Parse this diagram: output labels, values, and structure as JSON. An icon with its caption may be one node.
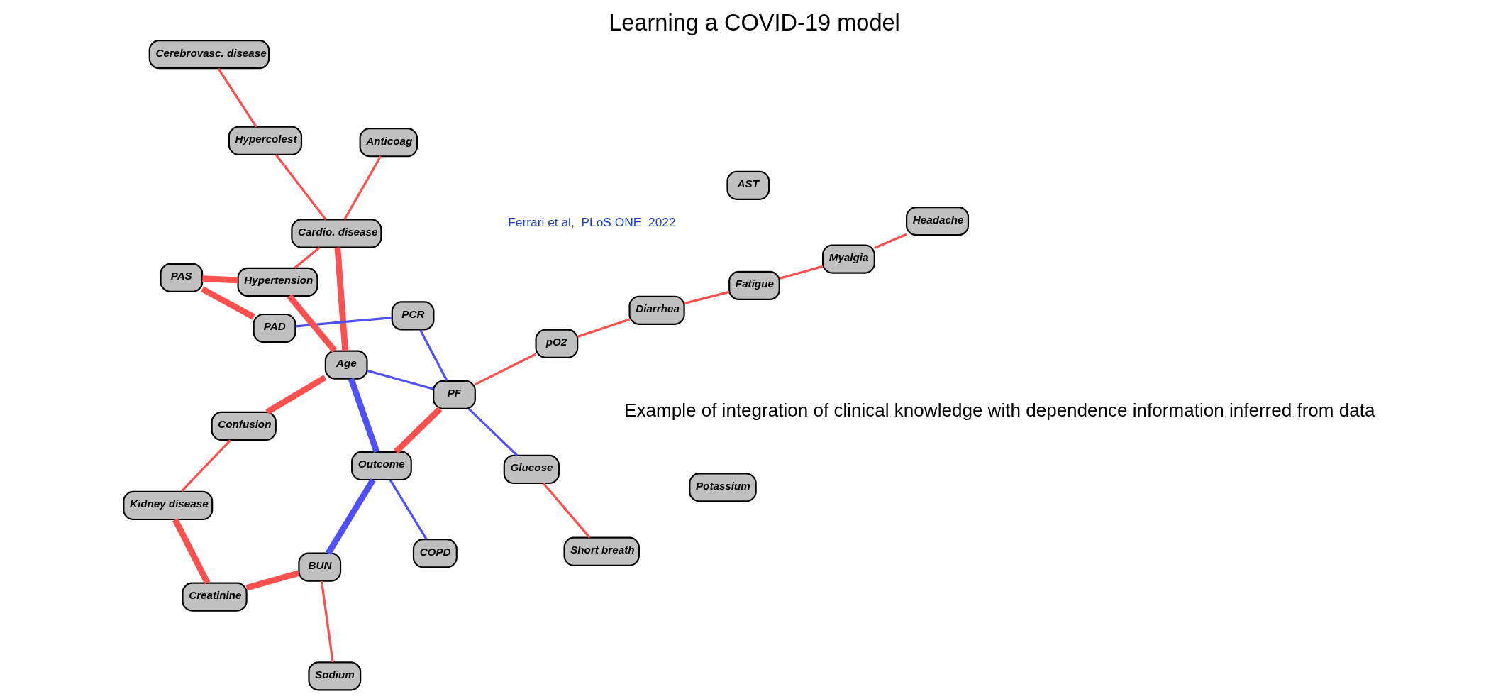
{
  "diagram": {
    "title": "Learning a COVID-19 model",
    "nodes": [
      {
        "text": [
          "Sodium"
        ]
      },
      {
        "text": [
          "BUN"
        ]
      },
      {
        "text": [
          "Creatinine"
        ]
      },
      {
        "text": [
          "COPD"
        ]
      },
      {
        "text": [
          "Short breath"
        ]
      },
      {
        "text": [
          "Kidney disease"
        ]
      },
      {
        "text": [
          "Outcome"
        ]
      },
      {
        "text": [
          "Glucose"
        ]
      },
      {
        "text": [
          "Confusion"
        ]
      },
      {
        "text": [
          "PF"
        ]
      },
      {
        "text": [
          "pO2"
        ]
      },
      {
        "text": [
          "Age"
        ]
      },
      {
        "text": [
          "Diarrhea"
        ]
      },
      {
        "text": [
          "Fatigue"
        ]
      },
      {
        "text": [
          "Headache"
        ]
      },
      {
        "text": [
          "Myalgia"
        ]
      },
      {
        "text": [
          "PCR"
        ]
      },
      {
        "text": [
          "Hypertension"
        ]
      },
      {
        "text": [
          "Cardio. disease"
        ]
      },
      {
        "text": [
          "Potassium"
        ]
      },
      {
        "text": [
          "AST"
        ]
      },
      {
        "text": [
          "Hypercolest"
        ]
      },
      {
        "text": [
          "PAD"
        ]
      },
      {
        "text": [
          "PAS"
        ]
      },
      {
        "text": [
          "Anticoag"
        ]
      },
      {
        "text": [
          "Cerebrovasc. disease"
        ]
      }
    ],
    "edges": [
      {
        "from": 0,
        "to": 1,
        "arrow": "none"
      },
      {
        "from": 1,
        "to": 2,
        "arrow": "none",
        "style": "thick"
      },
      {
        "from": 2,
        "to": 5,
        "arrow": "none",
        "style": "thick"
      },
      {
        "from": 5,
        "to": 8,
        "arrow": "none"
      },
      {
        "from": 8,
        "to": 11,
        "arrow": "none",
        "style": "thick"
      },
      {
        "from": 1,
        "to": 6,
        "arrow": "none",
        "style": "thick",
        "color": "#5050ff"
      },
      {
        "from": 3,
        "to": 6,
        "arrow": "none",
        "color": "#5050ff"
      },
      {
        "from": 6,
        "to": 9,
        "arrow": "none",
        "style": "thick"
      },
      {
        "from": 6,
        "to": 11,
        "arrow": "none",
        "style": "thick",
        "color": "#5050ff"
      },
      {
        "from": 4,
        "to": 7,
        "arrow": "none"
      },
      {
        "from": 7,
        "to": 9,
        "arrow": "none",
        "color": "#5050ff"
      },
      {
        "from": 9,
        "to": 11,
        "arrow": "none",
        "color": "#5050ff"
      },
      {
        "from": 9,
        "to": 10,
        "arrow": "none"
      },
      {
        "from": 10,
        "to": 12,
        "arrow": "none"
      },
      {
        "from": 12,
        "to": 13,
        "arrow": "none"
      },
      {
        "from": 13,
        "to": 15,
        "arrow": "none"
      },
      {
        "from": 15,
        "to": 14,
        "arrow": "none"
      },
      {
        "from": 9,
        "to": 16,
        "arrow": "none",
        "color": "#5050ff"
      },
      {
        "from": 16,
        "to": 22,
        "arrow": "none",
        "color": "#5050ff"
      },
      {
        "from": 22,
        "to": 23,
        "arrow": "none",
        "style": "thick"
      },
      {
        "from": 23,
        "to": 17,
        "arrow": "none",
        "style": "thick"
      },
      {
        "from": 17,
        "to": 11,
        "arrow": "none",
        "style": "thick"
      },
      {
        "from": 11,
        "to": 18,
        "arrow": "none",
        "style": "thick"
      },
      {
        "from": 17,
        "to": 18,
        "arrow": "none"
      },
      {
        "from": 18,
        "to": 21,
        "arrow": "none"
      },
      {
        "from": 18,
        "to": 24,
        "arrow": "none"
      },
      {
        "from": 21,
        "to": 25,
        "arrow": "none"
      }
    ],
    "labels": [
      "Example of integration of clinical knowledge with dependence information inferred from data",
      "Ferrari et al,  PLoS ONE  2022"
    ]
  }
}
